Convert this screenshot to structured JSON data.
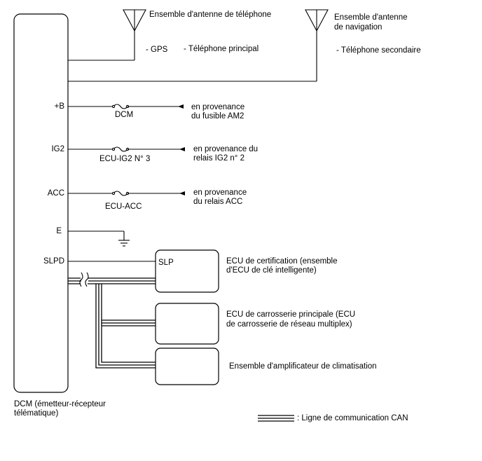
{
  "antennas": {
    "phone": {
      "title": "Ensemble d'antenne de téléphone",
      "sub_gps": "- GPS",
      "sub_main": "- Téléphone principal"
    },
    "nav": {
      "title_line1": "Ensemble d'antenne",
      "title_line2": "de navigation",
      "sub": "- Téléphone secondaire"
    }
  },
  "dcm": {
    "label_line1": "DCM (émetteur-récepteur",
    "label_line2": "télématique)",
    "pins": {
      "b": "+B",
      "ig2": "IG2",
      "acc": "ACC",
      "e": "E",
      "slpd": "SLPD"
    }
  },
  "power": {
    "b": {
      "fuse": "DCM",
      "src_line1": "en provenance",
      "src_line2": "du fusible AM2"
    },
    "ig2": {
      "fuse": "ECU-IG2 N° 3",
      "src_line1": "en provenance du",
      "src_line2": "relais IG2 n° 2"
    },
    "acc": {
      "fuse": "ECU-ACC",
      "src_line1": "en provenance",
      "src_line2": "du relais ACC"
    }
  },
  "ecus": {
    "cert": {
      "pin": "SLP",
      "line1": "ECU de certification (ensemble",
      "line2": "d'ECU de clé intelligente)"
    },
    "body": {
      "line1": "ECU de carrosserie principale (ECU",
      "line2": "de carrosserie de réseau multiplex)"
    },
    "ac": {
      "line1": "Ensemble d'amplificateur de climatisation"
    }
  },
  "legend": {
    "text": ": Ligne de communication CAN"
  }
}
